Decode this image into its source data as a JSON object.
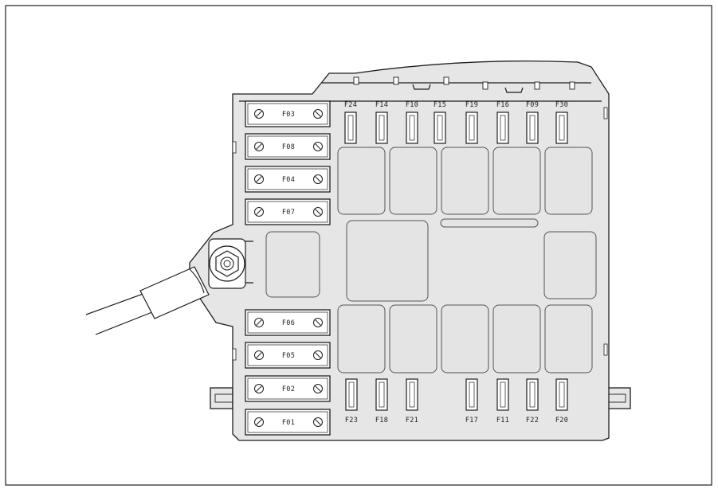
{
  "maxi_fuses": [
    {
      "label": "F03"
    },
    {
      "label": "F08"
    },
    {
      "label": "F04"
    },
    {
      "label": "F07"
    },
    {
      "label": "F06"
    },
    {
      "label": "F05"
    },
    {
      "label": "F02"
    },
    {
      "label": "F01"
    }
  ],
  "top_fuses": [
    {
      "label": "F24"
    },
    {
      "label": "F14"
    },
    {
      "label": "F10"
    },
    {
      "label": "F15"
    },
    {
      "label": "F19"
    },
    {
      "label": "F16"
    },
    {
      "label": "F09"
    },
    {
      "label": "F30"
    }
  ],
  "bottom_fuses": [
    {
      "label": "F23"
    },
    {
      "label": "F18"
    },
    {
      "label": "F21"
    },
    {
      "label": "F17"
    },
    {
      "label": "F11"
    },
    {
      "label": "F22"
    },
    {
      "label": "F20"
    }
  ],
  "colors": {
    "line": "#1e1e1e",
    "housing": "#e6e6e6",
    "relay": "#e4e4e4",
    "background": "#ffffff"
  }
}
